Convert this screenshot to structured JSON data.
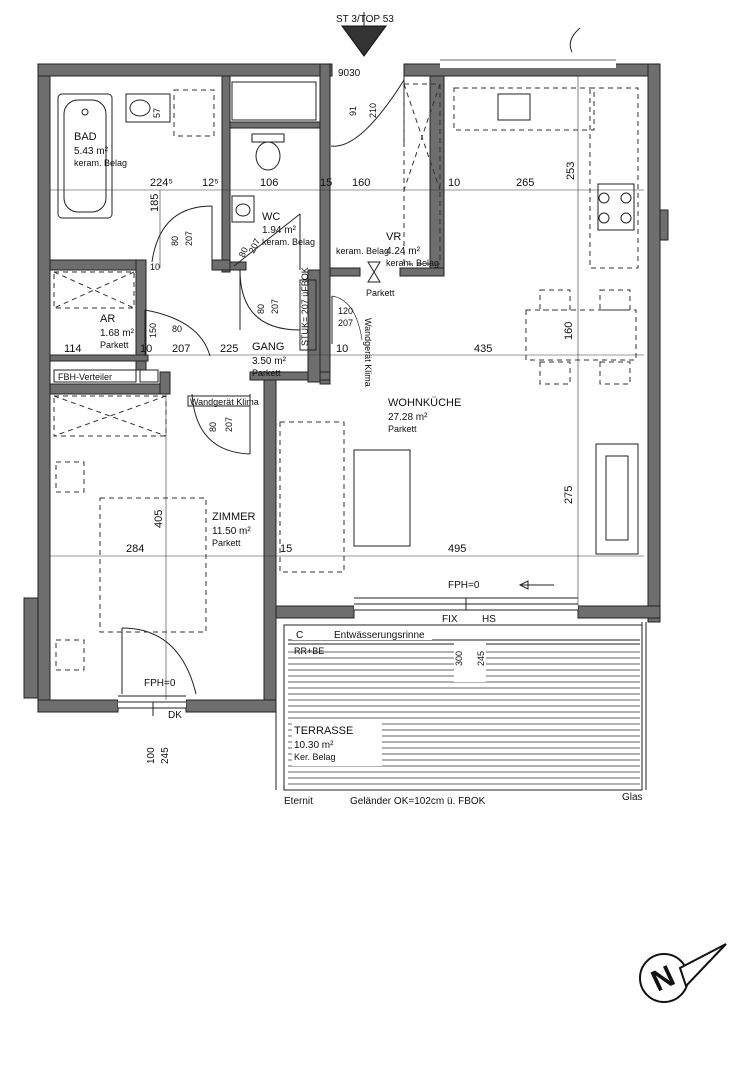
{
  "entrance": {
    "label": "ST 3/TOP 53"
  },
  "rooms": {
    "bad": {
      "name": "BAD",
      "area": "5.43 m²",
      "floor": "keram. Belag"
    },
    "wc": {
      "name": "WC",
      "area": "1.94 m²",
      "floor": "keram. Belag"
    },
    "vr": {
      "name": "VR",
      "area": "4.24 m²",
      "floor": "keram. Belag",
      "note": "keram. Belag",
      "parkett": "Parkett"
    },
    "ar": {
      "name": "AR",
      "area": "1.68 m²",
      "floor": "Parkett"
    },
    "gang": {
      "name": "GANG",
      "area": "3.50 m²",
      "floor": "Parkett"
    },
    "wohnkueche": {
      "name": "WOHNKÜCHE",
      "area": "27.28 m²",
      "floor": "Parkett"
    },
    "zimmer": {
      "name": "ZIMMER",
      "area": "11.50 m²",
      "floor": "Parkett"
    },
    "terrasse": {
      "name": "TERRASSE",
      "area": "10.30 m²",
      "floor": "Ker. Belag"
    }
  },
  "labels": {
    "fbh": "FBH-Verteiler",
    "klima": "Wandgerät Klima",
    "klima2": "Wandgerät Klima",
    "stuk": "STUK= 207 üFBOK",
    "fph_main": "FPH=0",
    "fph_room": "FPH=0",
    "fix": "FIX",
    "hs": "HS",
    "rinne": "Entwässerungsrinne",
    "rrbe": "RR+BE",
    "dk": "DK",
    "eternit": "Eternit",
    "gelaender": "Geländer OK=102cm ü. FBOK",
    "glas": "Glas",
    "c": "C"
  },
  "dims": {
    "d2245": "224⁵",
    "d125": "12⁵",
    "d106": "106",
    "d15a": "15",
    "d160": "160",
    "d10a": "10",
    "d265": "265",
    "d253": "253",
    "d185": "185",
    "d114": "114",
    "d10b": "10",
    "d207a": "207",
    "d225": "225",
    "d10c": "10",
    "d435": "435",
    "d160v": "160",
    "d275": "275",
    "d405": "405",
    "d284": "284",
    "d15b": "15",
    "d495": "495",
    "d57": "57",
    "d80a": "80",
    "d207b": "207",
    "d80b": "80",
    "d207c": "207",
    "d80c": "80",
    "d207d": "207",
    "d80d": "80",
    "d207e": "207",
    "d150": "150",
    "d80e": "80",
    "d120": "120",
    "d207f": "207",
    "d91": "91",
    "d210": "210",
    "d9030": "9030",
    "d300": "300",
    "d245a": "245",
    "d100": "100",
    "d245b": "245",
    "d10d": "10"
  },
  "north": {
    "symbol": "N"
  }
}
